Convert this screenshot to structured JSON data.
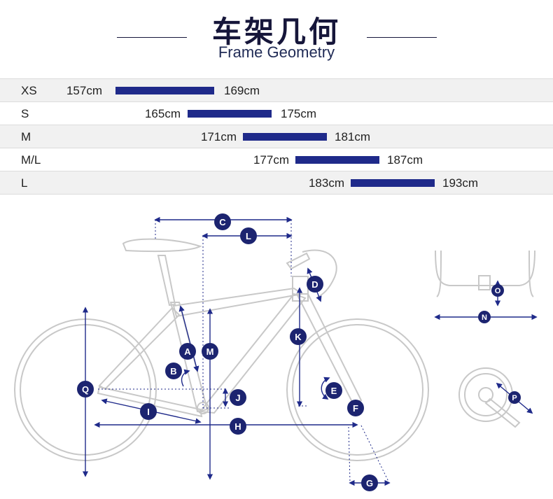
{
  "header": {
    "title_cn": "车架几何",
    "title_en": "Frame Geometry"
  },
  "sizes": [
    {
      "size": "XS",
      "min": "157cm",
      "max": "169cm"
    },
    {
      "size": "S",
      "min": "165cm",
      "max": "175cm"
    },
    {
      "size": "M",
      "min": "171cm",
      "max": "181cm"
    },
    {
      "size": "M/L",
      "min": "177cm",
      "max": "187cm"
    },
    {
      "size": "L",
      "min": "183cm",
      "max": "193cm"
    }
  ],
  "markers": {
    "A": "A",
    "B": "B",
    "C": "C",
    "D": "D",
    "E": "E",
    "F": "F",
    "G": "G",
    "H": "H",
    "I": "I",
    "J": "J",
    "K": "K",
    "L": "L",
    "M": "M",
    "N": "N",
    "O": "O",
    "P": "P",
    "Q": "Q"
  },
  "colors": {
    "accent": "#1f2a8a",
    "marker": "#1c2470",
    "frame_outline": "#c8c8c8"
  }
}
